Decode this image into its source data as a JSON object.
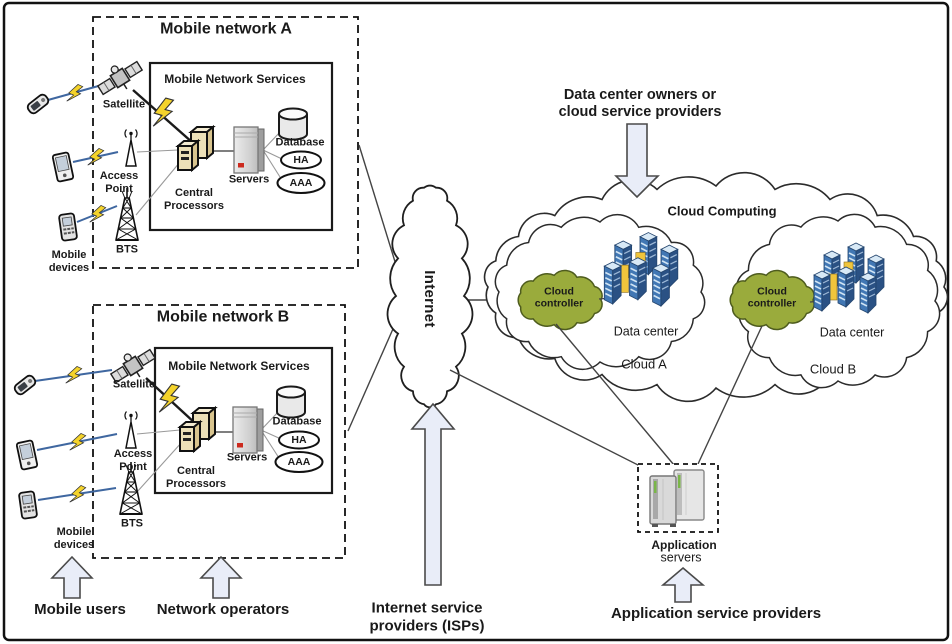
{
  "figure": {
    "network_a": {
      "title": "Mobile network A",
      "services_title": "Mobile Network Services",
      "satellite": "Satellite",
      "access_point": "Access\nPoint",
      "bts": "BTS",
      "central_processors": "Central\nProcessors",
      "servers": "Servers",
      "database": "Database",
      "ha": "HA",
      "aaa": "AAA",
      "mobile_devices": "Mobile\ndevices"
    },
    "network_b": {
      "title": "Mobile network B",
      "services_title": "Mobile Network Services",
      "satellite": "Satellite",
      "access_point": "Access\nPoint",
      "bts": "BTS",
      "central_processors": "Central\nProcessors",
      "servers": "Servers",
      "database": "Database",
      "ha": "HA",
      "aaa": "AAA",
      "mobile_devices": "Mobile\ndevices"
    },
    "internet": {
      "label": "Internet"
    },
    "cloud_computing": {
      "title": "Cloud Computing",
      "cloud_a": {
        "controller": "Cloud\ncontroller",
        "data_center": "Data center",
        "name": "Cloud A"
      },
      "cloud_b": {
        "controller": "Cloud\ncontroller",
        "data_center": "Data center",
        "name": "Cloud B"
      }
    },
    "application_servers": {
      "title": "Application",
      "subtitle": "servers"
    },
    "actors": {
      "data_center_owners": "Data center owners or\ncloud service providers",
      "mobile_users": "Mobile users",
      "network_operators": "Network operators",
      "internet_service_providers": "Internet service\nproviders (ISPs)",
      "application_service_providers": "Application service providers"
    },
    "colors": {
      "controller_green": "#9AAB3C",
      "datacenter_blue": "#4177B4",
      "datacenter_blue_dark": "#2A5184",
      "arrow_fill": "#E9EDF8",
      "bolt_yellow": "#F4D32B",
      "led_red": "#CC2A1E"
    },
    "icons": [
      "satellite-icon",
      "access-point-icon",
      "bts-tower-icon",
      "flip-phone-icon",
      "pda-icon",
      "mobile-phone-icon",
      "central-processors-icon",
      "server-tower-icon",
      "database-icon",
      "lightning-bolt-icon",
      "data-center-icon",
      "cloud-controller-shape",
      "application-servers-icon",
      "block-arrow-up",
      "block-arrow-down"
    ]
  }
}
